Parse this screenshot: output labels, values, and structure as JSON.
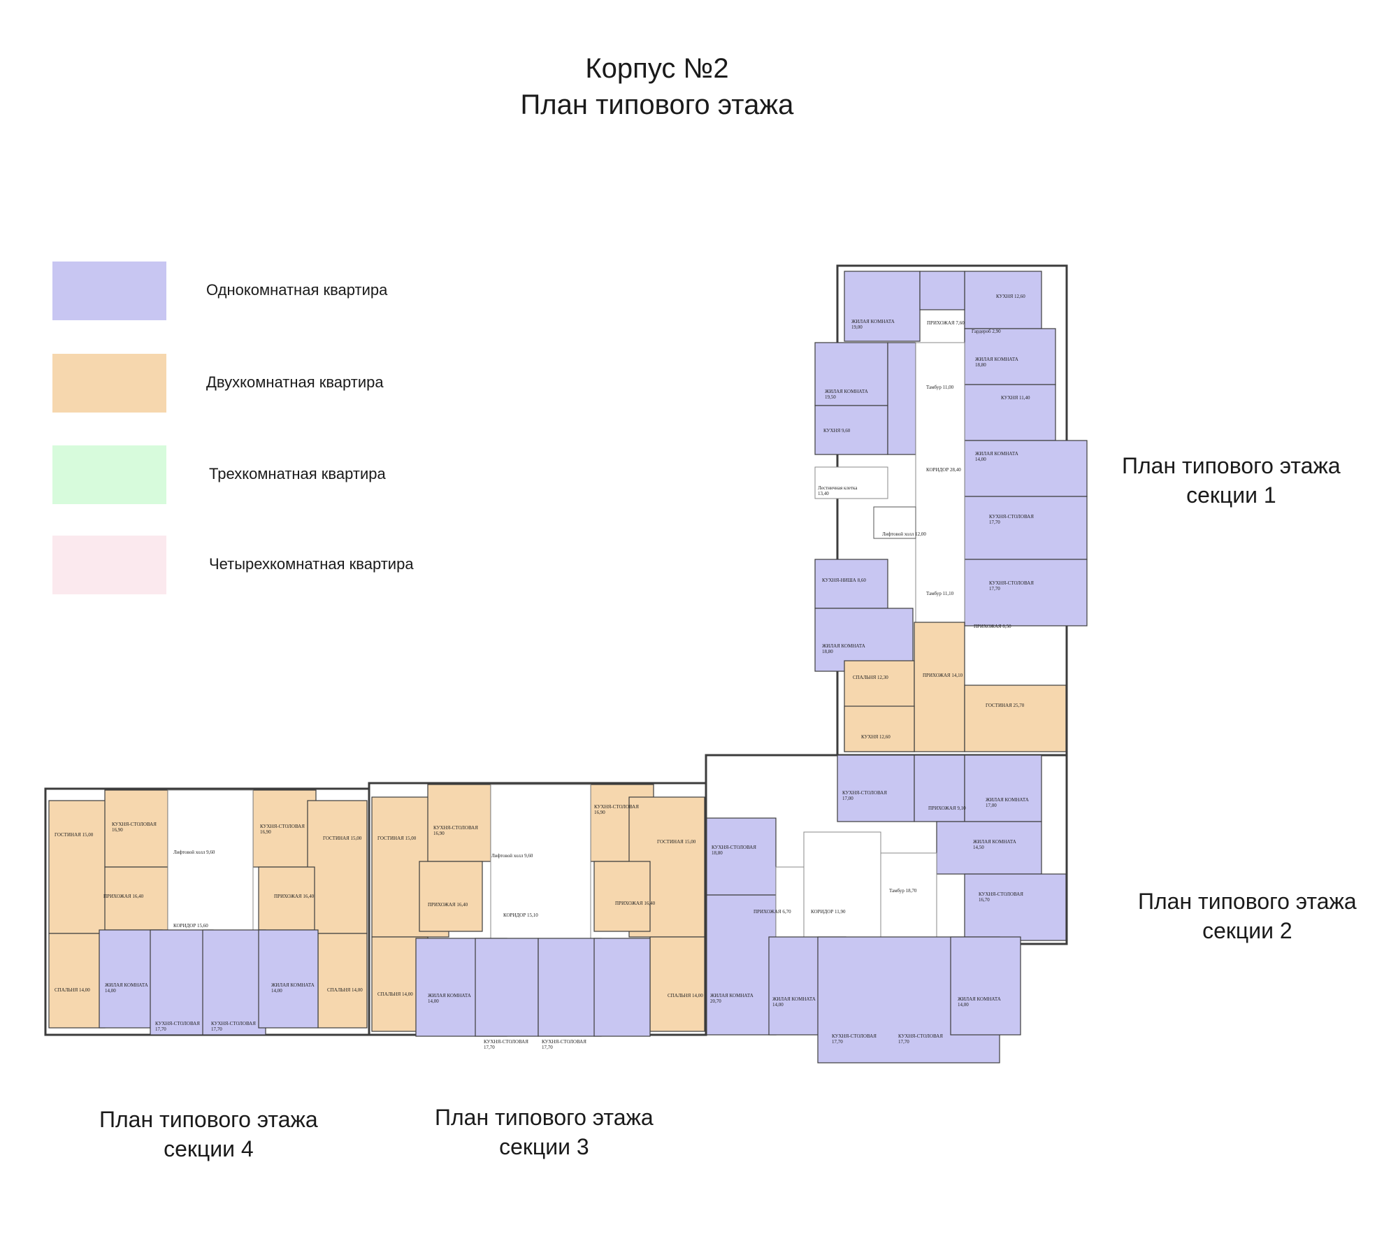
{
  "page_title": {
    "line1": "Корпус №2",
    "line2": "План типового этажа"
  },
  "colors": {
    "one_room": "#c8c6f2",
    "two_room": "#f6d7ae",
    "three_room": "#d7fbdc",
    "four_room": "#fbe9ee",
    "core": "#ffffff",
    "wall": "#3c3c3c",
    "door": "#c832c8"
  },
  "legend": [
    {
      "label": "Однокомнатная квартира",
      "color": "#c8c6f2"
    },
    {
      "label": "Двухкомнатная квартира",
      "color": "#f6d7ae"
    },
    {
      "label": "Трехкомнатная квартира",
      "color": "#d7fbdc"
    },
    {
      "label": "Четырехкомнатная квартира",
      "color": "#fbe9ee"
    }
  ],
  "sections": {
    "s1": {
      "line1": "План типового этажа",
      "line2": "секции 1"
    },
    "s2": {
      "line1": "План типового этажа",
      "line2": "секции 2"
    },
    "s3": {
      "line1": "План типового этажа",
      "line2": "секции 3"
    },
    "s4": {
      "line1": "План типового этажа",
      "line2": "секции 4"
    }
  },
  "plan_labels": {
    "s1": [
      "ЖИЛАЯ КОМНАТА 19,00",
      "КУХНЯ 12,60",
      "ПРИХОЖАЯ 7,60",
      "Гардероб 2,90",
      "ЖИЛАЯ КОМНАТА 19,50",
      "Тамбур 11,00",
      "ЖИЛАЯ КОМНАТА 18,80",
      "КУХНЯ 9,60",
      "КУХНЯ 11,40",
      "ЖИЛАЯ КОМНАТА 14,00",
      "КОРИДОР 28,40",
      "Лестничная клетка 13,40",
      "КУХНЯ-СТОЛОВАЯ 17,70",
      "Лифтовой холл 12,00",
      "КУХНЯ-НИША 8,60",
      "Тамбур 11,10",
      "КУХНЯ-СТОЛОВАЯ 17,70",
      "ЖИЛАЯ КОМНАТА 18,80",
      "ПРИХОЖАЯ 8,50",
      "СПАЛЬНЯ 12,30",
      "ПРИХОЖАЯ 14,10",
      "ГОСТИНАЯ 25,70",
      "КУХНЯ 12,60"
    ],
    "s2": [
      "КУХНЯ-СТОЛОВАЯ 17,00",
      "ПРИХОЖАЯ 9,10",
      "ЖИЛАЯ КОМНАТА 17,00",
      "ЖИЛАЯ КОМНАТА 14,50",
      "КУХНЯ-СТОЛОВАЯ 18,80",
      "Тамбур 18,70",
      "КУХНЯ-СТОЛОВАЯ 16,70",
      "КОРИДОР 11,90",
      "ПРИХОЖАЯ 6,70",
      "ЖИЛАЯ КОМНАТА 20,70",
      "ЖИЛАЯ КОМНАТА 14,00",
      "КУХНЯ-СТОЛОВАЯ 17,70",
      "КУХНЯ-СТОЛОВАЯ 17,70",
      "ЖИЛАЯ КОМНАТА 14,00"
    ],
    "s3": [
      "ГОСТИНАЯ 15,00",
      "КУХНЯ-СТОЛОВАЯ 16,90",
      "Лифтовой холл 9,60",
      "КУХНЯ-СТОЛОВАЯ 16,90",
      "ГОСТИНАЯ 15,00",
      "ПРИХОЖАЯ 16,40",
      "КОРИДОР 15,10",
      "ПРИХОЖАЯ 16,40",
      "СПАЛЬНЯ 14,00",
      "ЖИЛАЯ КОМНАТА 14,00",
      "КУХНЯ-СТОЛОВАЯ 17,70",
      "КУХНЯ-СТОЛОВАЯ 17,70",
      "СПАЛЬНЯ 14,00"
    ],
    "s4": [
      "ГОСТИНАЯ 15,00",
      "КУХНЯ-СТОЛОВАЯ 16,90",
      "Лифтовой холл 9,60",
      "КУХНЯ-СТОЛОВАЯ 16,90",
      "ГОСТИНАЯ 15,00",
      "ПРИХОЖАЯ 16,40",
      "КОРИДОР 15,60",
      "ПРИХОЖАЯ 16,40",
      "СПАЛЬНЯ 14,00",
      "ЖИЛАЯ КОМНАТА 14,00",
      "КУХНЯ-СТОЛОВАЯ 17,70",
      "КУХНЯ-СТОЛОВАЯ 17,70",
      "ЖИЛАЯ КОМНАТА 14,00",
      "СПАЛЬНЯ 14,00"
    ]
  }
}
